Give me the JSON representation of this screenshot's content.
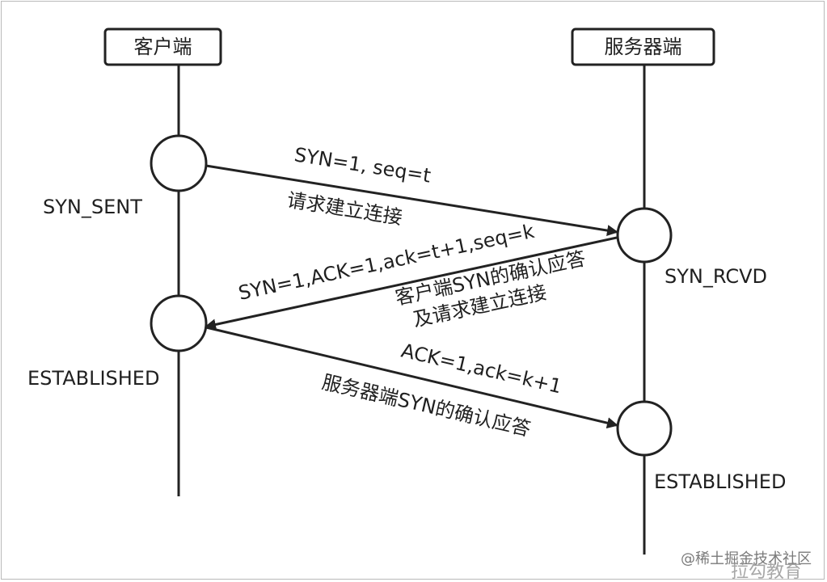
{
  "participants": {
    "client": "客户端",
    "server": "服务器端"
  },
  "states": {
    "client_syn_sent": "SYN_SENT",
    "server_syn_rcvd": "SYN_RCVD",
    "client_established": "ESTABLISHED",
    "server_established": "ESTABLISHED"
  },
  "messages": {
    "m1_line1": "SYN=1, seq=t",
    "m1_line2": "请求建立连接",
    "m2_line1": "SYN=1,ACK=1,ack=t+1,seq=k",
    "m2_line2": "客户端SYN的确认应答",
    "m2_line3": "及请求建立连接",
    "m3_line1": "ACK=1,ack=k+1",
    "m3_line2": "服务器端SYN的确认应答"
  },
  "watermark": {
    "site": "@稀土掘金技术社区",
    "brand": "拉勾教育"
  },
  "colors": {
    "line": "#222222",
    "text": "#1f1f1f",
    "frame": "#b9b9b9",
    "watermark": "#7a7a7a"
  }
}
